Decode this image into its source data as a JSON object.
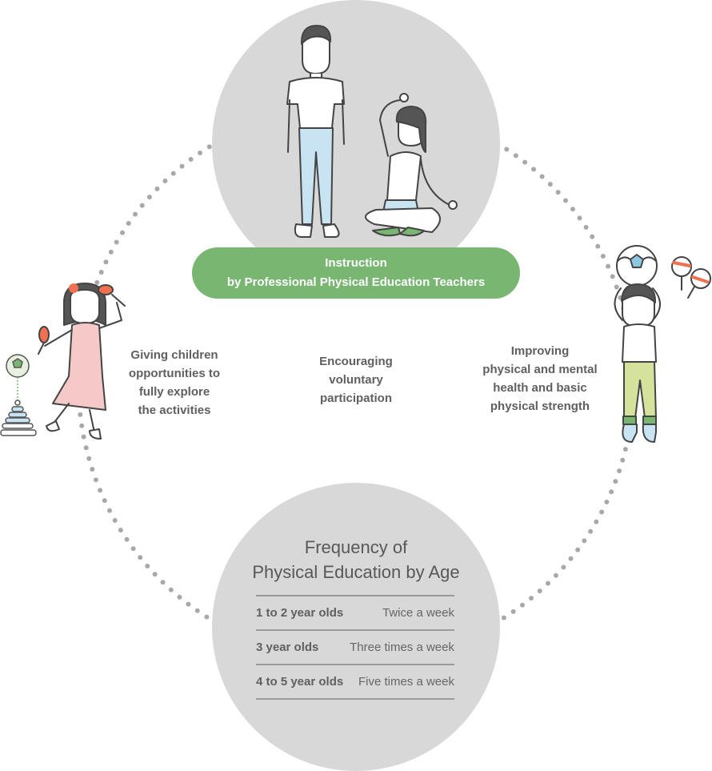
{
  "header": {
    "line1": "Instruction",
    "line2": "by Professional Physical Education Teachers"
  },
  "benefits": [
    {
      "text": "Giving children\nopportunities to\nfully explore\nthe activities"
    },
    {
      "text": "Encouraging\nvoluntary\nparticipation"
    },
    {
      "text": "Improving\nphysical and mental\nhealth and basic\nphysical strength"
    }
  ],
  "frequency": {
    "title": "Frequency of\nPhysical Education by Age",
    "rows": [
      {
        "age": "1 to 2 year olds",
        "rate": "Twice a week"
      },
      {
        "age": "3 year olds",
        "rate": "Three times a week"
      },
      {
        "age": "4 to 5 year olds",
        "rate": "Five times a week"
      }
    ]
  },
  "colors": {
    "circle": "#d8d8d8",
    "dots": "#a8a8a8",
    "pill": "#78b672",
    "pants_blue": "#c8e4f2",
    "pants_green": "#d4e29c",
    "dress_pink": "#f4c9c8"
  },
  "illustrations": [
    "teacher-standing-illustration",
    "teacher-stretching-illustration",
    "girl-with-maracas-illustration",
    "ring-stacker-toy-icon",
    "soccer-ball-icon",
    "boy-holding-ball-illustration",
    "maracas-icon"
  ]
}
